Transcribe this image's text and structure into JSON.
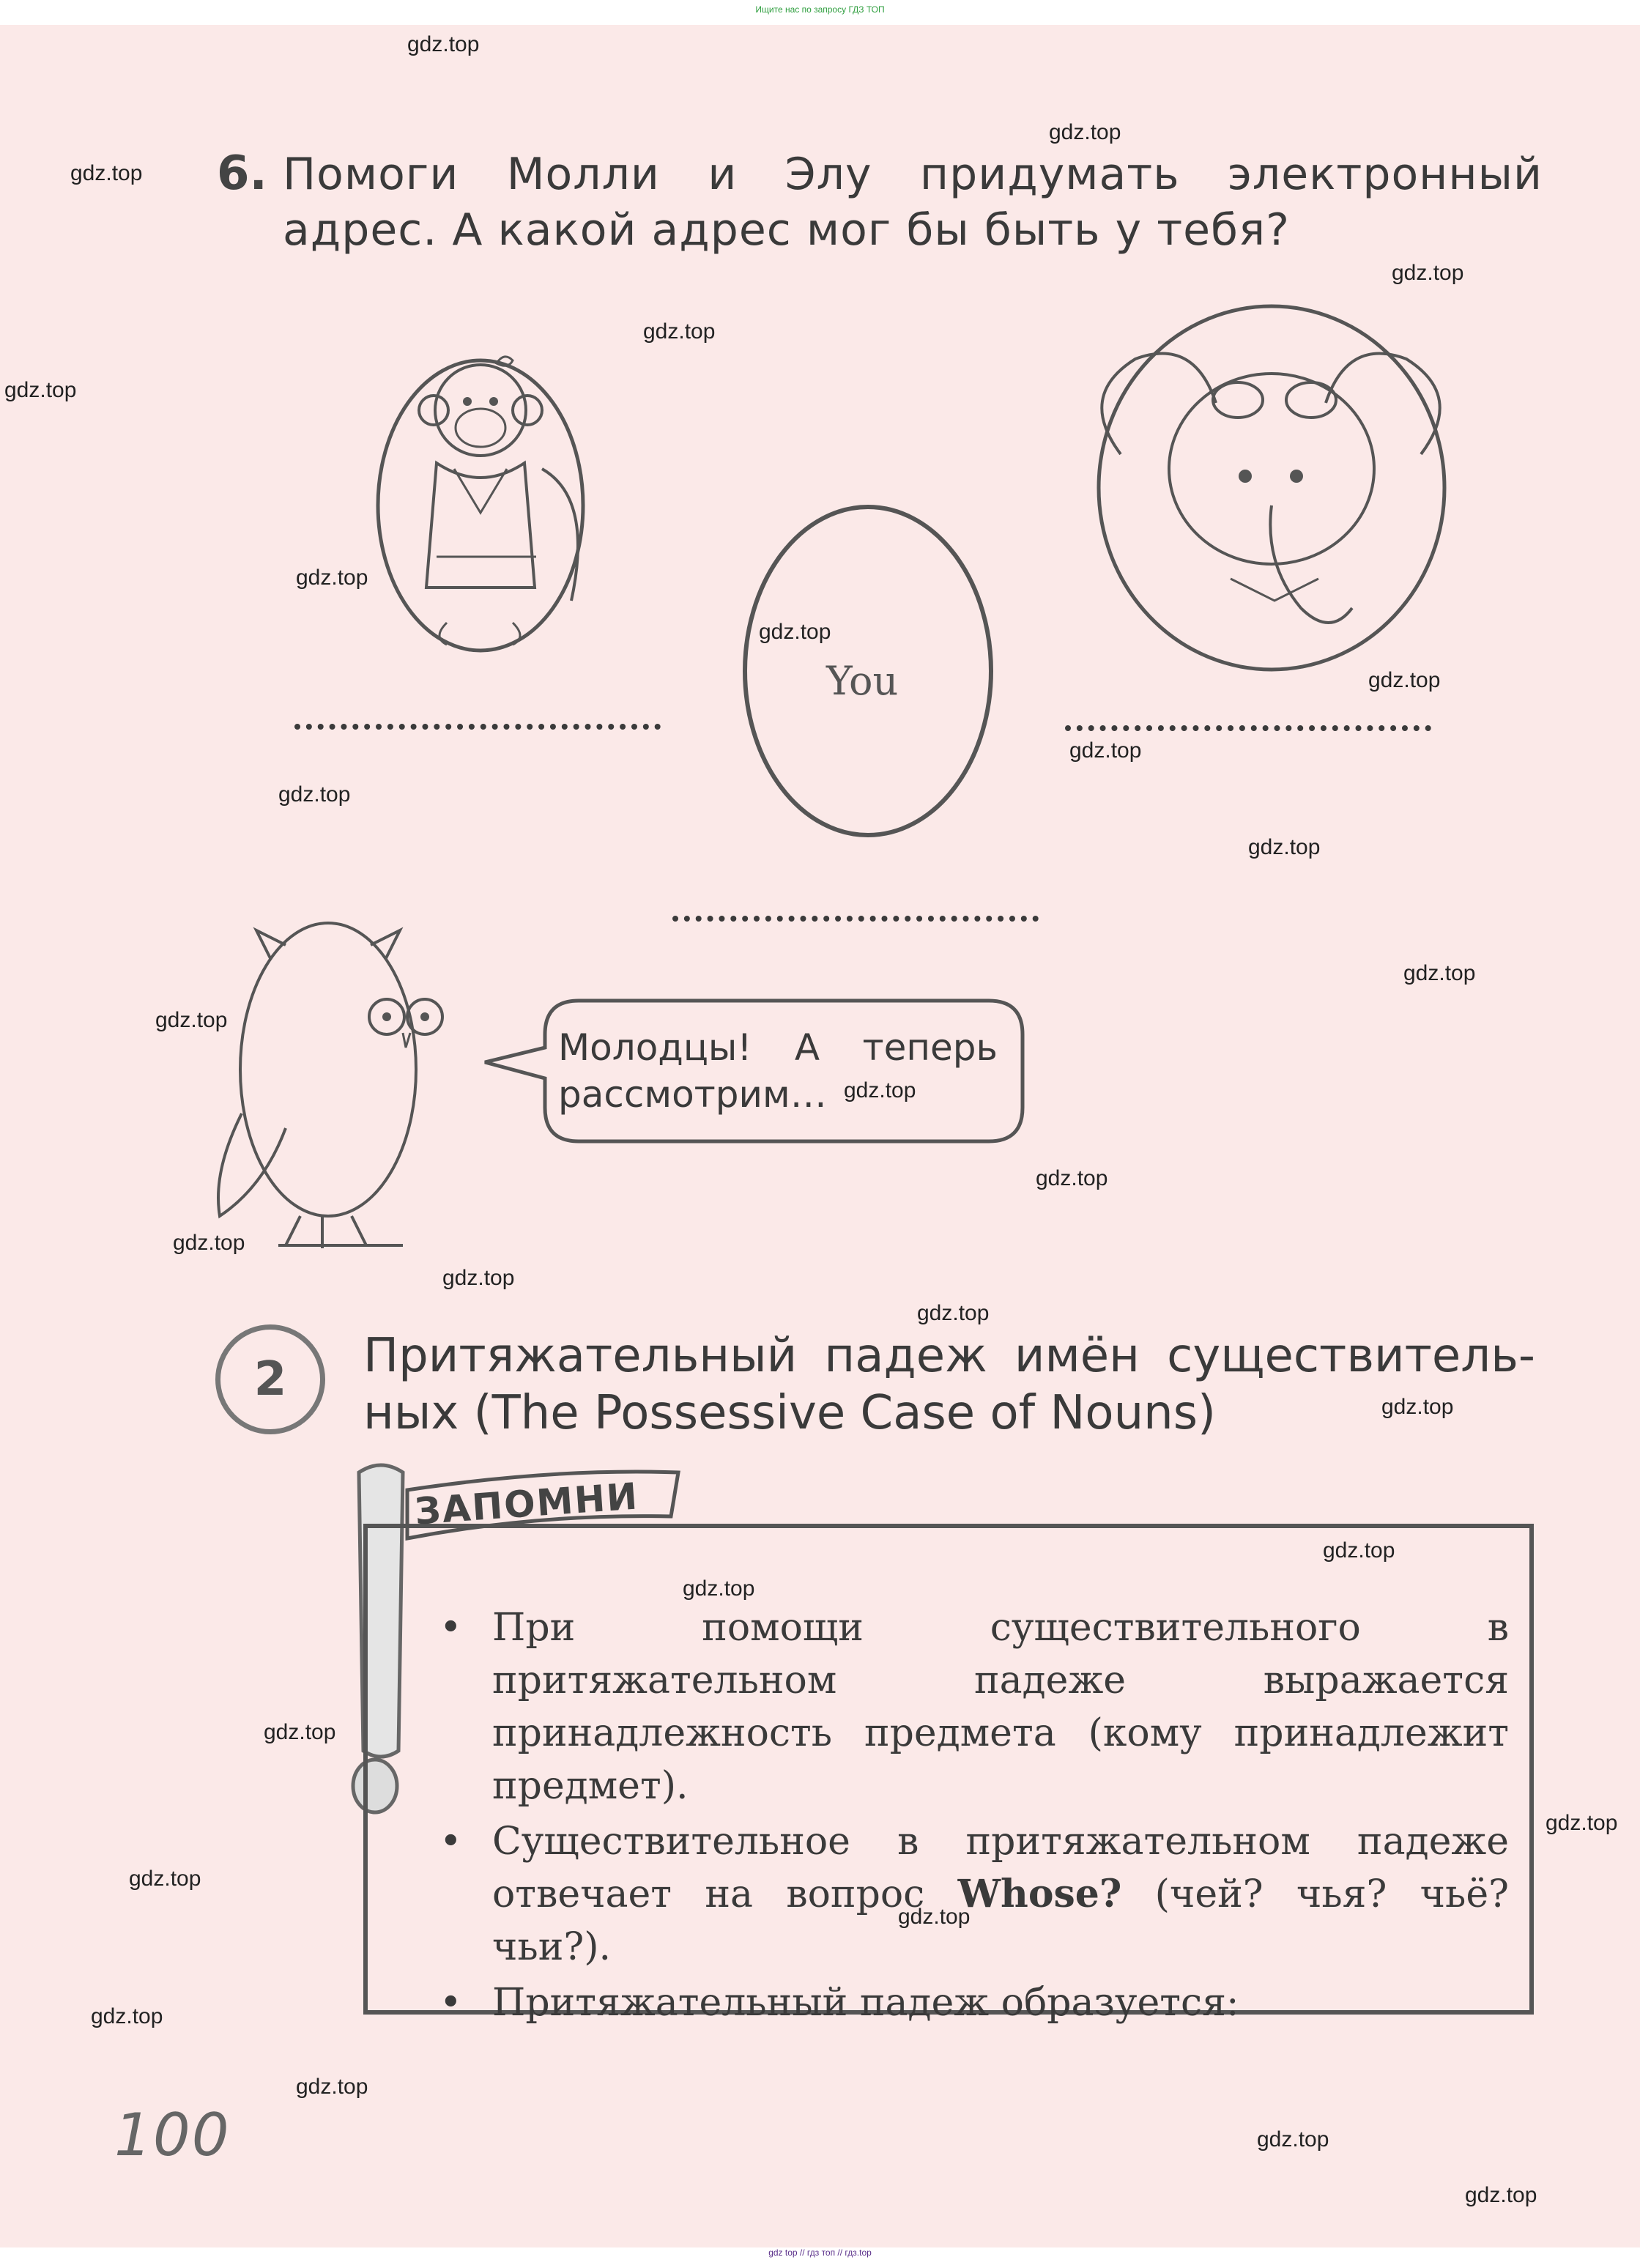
{
  "header": {
    "top_link": "Ищите нас по запросу ГДЗ ТОП",
    "bottom_link": "gdz top // гдз топ // гдз.top"
  },
  "exercise6": {
    "number": "6.",
    "text": "Помоги Молли и Элу придумать электронный адрес. А какой адрес мог бы быть у тебя?",
    "you_label": "You"
  },
  "owl": {
    "speech": "Молодцы! А теперь рассмотрим…"
  },
  "section2": {
    "number": "2",
    "title": "Притяжательный падеж имён существитель-ных (The Possessive Case of Nouns)"
  },
  "remember": {
    "banner": "ЗАПОМНИ",
    "rules": [
      {
        "text": "При помощи существительного в притяжательном падеже выражается принадлежность предмета (кому принадлежит предмет)."
      },
      {
        "pre": "Существительное в притяжательном падеже отвечает на вопрос ",
        "bold": "Whose?",
        "post": " (чей? чья? чьё? чьи?)."
      },
      {
        "text": "Притяжательный падеж образуется:"
      }
    ]
  },
  "page_number": "100",
  "watermark": "gdz.top",
  "colors": {
    "page_background": "#fbe9e8",
    "text": "#3a3a3a",
    "top_link": "#2e9e3e",
    "bottom_link": "#5a2f8a"
  }
}
